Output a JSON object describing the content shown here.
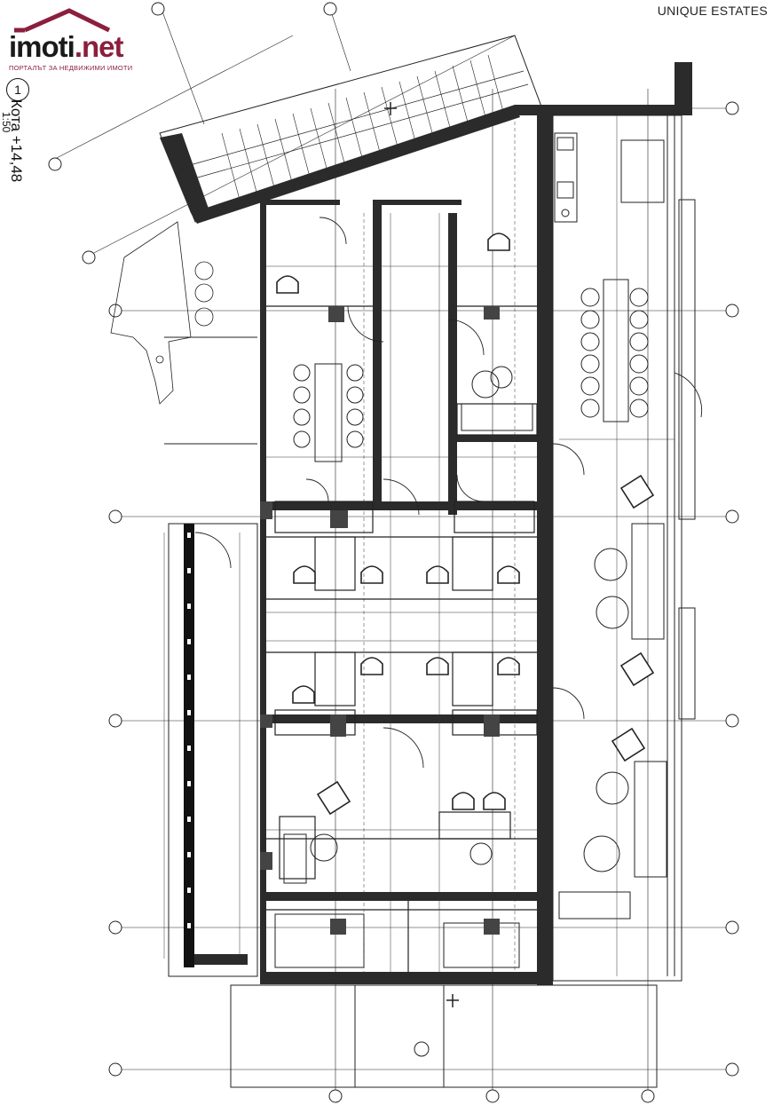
{
  "header": {
    "logo_text": "imoti",
    "logo_suffix": ".net",
    "logo_tagline": "ПОРТАЛЪТ ЗА НЕДВИЖИМИ ИМОТИ",
    "brand": "UNIQUE ESTATES"
  },
  "plan": {
    "view_number": "1",
    "level_label": "Кота +14,48",
    "scale_label": "1:50"
  },
  "colors": {
    "wall": "#2b2b2b",
    "line": "#222222",
    "logo_accent": "#8b1f3d"
  },
  "icons": {
    "logo_roof": "house-roof-icon",
    "grid_bubble": "grid-axis-bubble-icon",
    "chair": "chair-icon",
    "round_table": "round-table-icon"
  }
}
